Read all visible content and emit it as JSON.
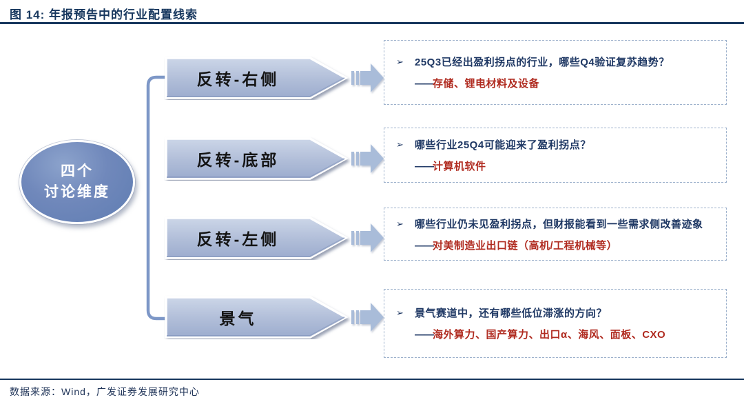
{
  "figure": {
    "title": "图 14:  年报预告中的行业配置线索",
    "source": "数据来源：Wind，广发证券发展研究中心"
  },
  "hub": {
    "line1": "四个",
    "line2": "讨论维度"
  },
  "bullet": "➢",
  "rows": [
    {
      "label": "反转-右侧",
      "question": "25Q3已经出盈利拐点的行业，哪些Q4验证复苏趋势？",
      "dash": "——",
      "answer": "存储、锂电材料及设备"
    },
    {
      "label": "反转-底部",
      "question": "哪些行业25Q4可能迎来了盈利拐点？",
      "dash": "——",
      "answer": "计算机软件"
    },
    {
      "label": "反转-左侧",
      "question": "哪些行业仍未见盈利拐点，但财报能看到一些需求侧改善迹象",
      "dash": "——",
      "answer": "对美制造业出口链（高机/工程机械等）"
    },
    {
      "label": "景气",
      "question": "景气赛道中，还有哪些低位滞涨的方向？",
      "dash": "——",
      "answer": "海外算力、国产算力、出口α、海风、面板、CXO"
    }
  ],
  "colors": {
    "navy_text": "#1f3864",
    "red_text": "#b02b20",
    "pentagon_fill_top": "#c9d3e6",
    "pentagon_fill_bottom": "#9fafd0",
    "ellipse_fill": "#6583b6",
    "arrow_fill": "#a9bcd9",
    "bracket_stroke": "#7d97c7",
    "dashed_border": "#9db1cc"
  }
}
